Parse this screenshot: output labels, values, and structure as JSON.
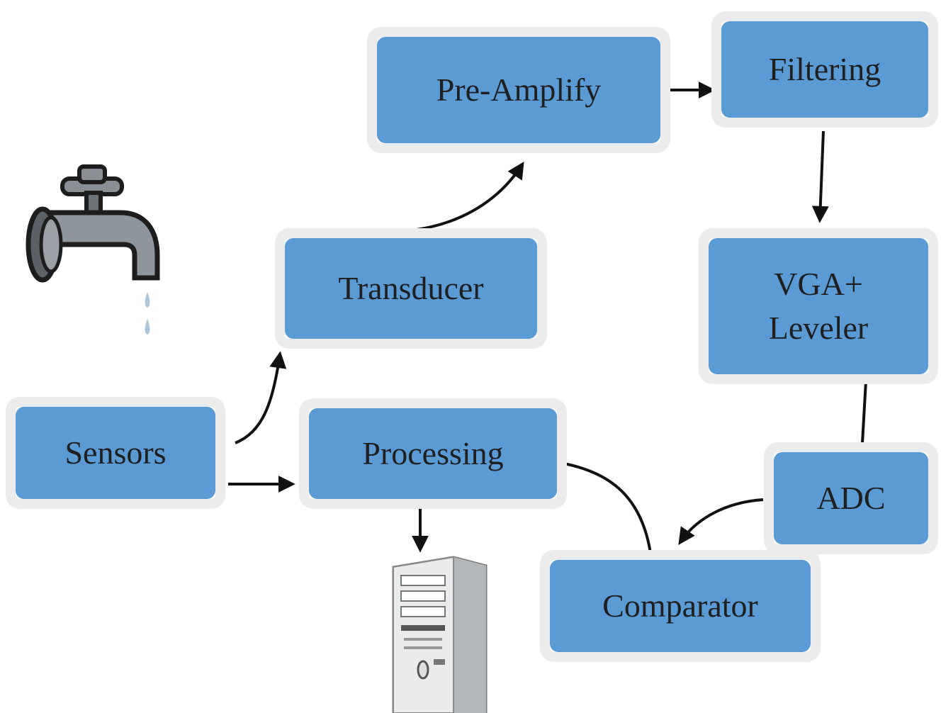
{
  "diagram": {
    "box_color": "#5b9bd5",
    "border_color": "#ececec",
    "arrow_color": "#111111",
    "nodes": {
      "pre_amplify": "Pre-Amplify",
      "filtering": "Filtering",
      "transducer": "Transducer",
      "vga_line1": "VGA+",
      "vga_line2": "Leveler",
      "sensors": "Sensors",
      "processing": "Processing",
      "adc": "ADC",
      "comparator": "Comparator"
    },
    "edges": [
      {
        "from": "Sensors",
        "to": "Transducer"
      },
      {
        "from": "Sensors",
        "to": "Processing"
      },
      {
        "from": "Transducer",
        "to": "Pre-Amplify"
      },
      {
        "from": "Pre-Amplify",
        "to": "Filtering"
      },
      {
        "from": "Filtering",
        "to": "VGA+ Leveler"
      },
      {
        "from": "VGA+ Leveler",
        "to": "ADC"
      },
      {
        "from": "ADC",
        "to": "Comparator"
      },
      {
        "from": "Comparator",
        "to": "Processing"
      },
      {
        "from": "Processing",
        "to": "computer"
      }
    ],
    "icons": [
      "water-tap-icon",
      "computer-tower-icon"
    ]
  }
}
